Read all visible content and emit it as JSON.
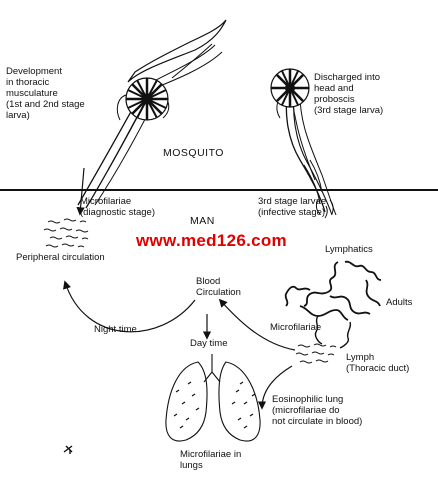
{
  "labels": {
    "development": "Development\nin thoracic\nmusculature\n(1st and 2nd stage\nlarva)",
    "discharged": "Discharged into\nhead and\nproboscis\n(3rd stage larva)",
    "mosquito": "MOSQUITO",
    "man": "MAN",
    "microfilariae_diag": "Microfilariae\n(diagnostic stage)",
    "third_stage": "3rd stage larvae\n(infective stage)",
    "peripheral": "Peripheral circulation",
    "lymphatics": "Lymphatics",
    "adults": "Adults",
    "blood_circulation": "Blood\nCirculation",
    "night_time": "Night time",
    "day_time": "Day time",
    "microfilariae": "Microfilariae",
    "lymph": "Lymph\n(Thoracic duct)",
    "eosinophilic": "Eosinophilic lung\n(microfilariae do\nnot circulate in blood)",
    "lungs": "Microfilariae in\nlungs"
  },
  "watermark": "www.med126.com",
  "colors": {
    "watermark": "#e00000",
    "ink": "#111111"
  }
}
